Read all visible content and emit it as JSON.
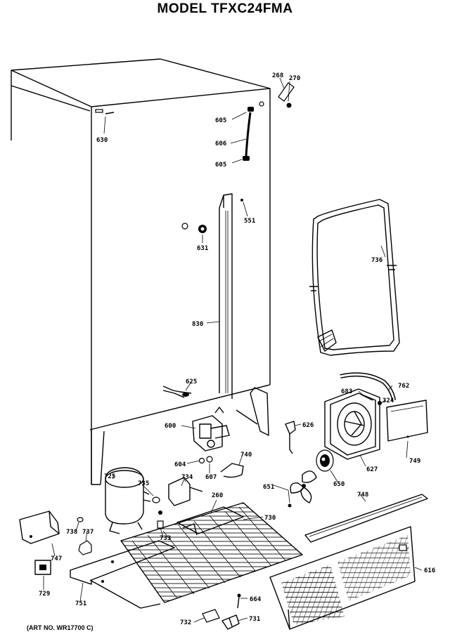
{
  "title": "MODEL TFXC24FMA",
  "art_no": "(ART NO. WR17700 C)",
  "parts": {
    "p268": "268",
    "p270": "270",
    "p605a": "605",
    "p606": "606",
    "p605b": "605",
    "p630": "630",
    "p551": "551",
    "p631": "631",
    "p736": "736",
    "p830": "830",
    "p625": "625",
    "p762": "762",
    "p683": "683",
    "p324": "324",
    "p600": "600",
    "p626": "626",
    "p627": "627",
    "p749": "749",
    "p740": "740",
    "p604": "604",
    "p607": "607",
    "p650": "650",
    "p725": "725",
    "p735": "735",
    "p734": "734",
    "p260": "260",
    "p651": "651",
    "p748": "748",
    "p730": "730",
    "p738": "738",
    "p737": "737",
    "p733": "733",
    "p747": "747",
    "p729": "729",
    "p751": "751",
    "p616": "616",
    "p664": "664",
    "p732": "732",
    "p731": "731"
  }
}
